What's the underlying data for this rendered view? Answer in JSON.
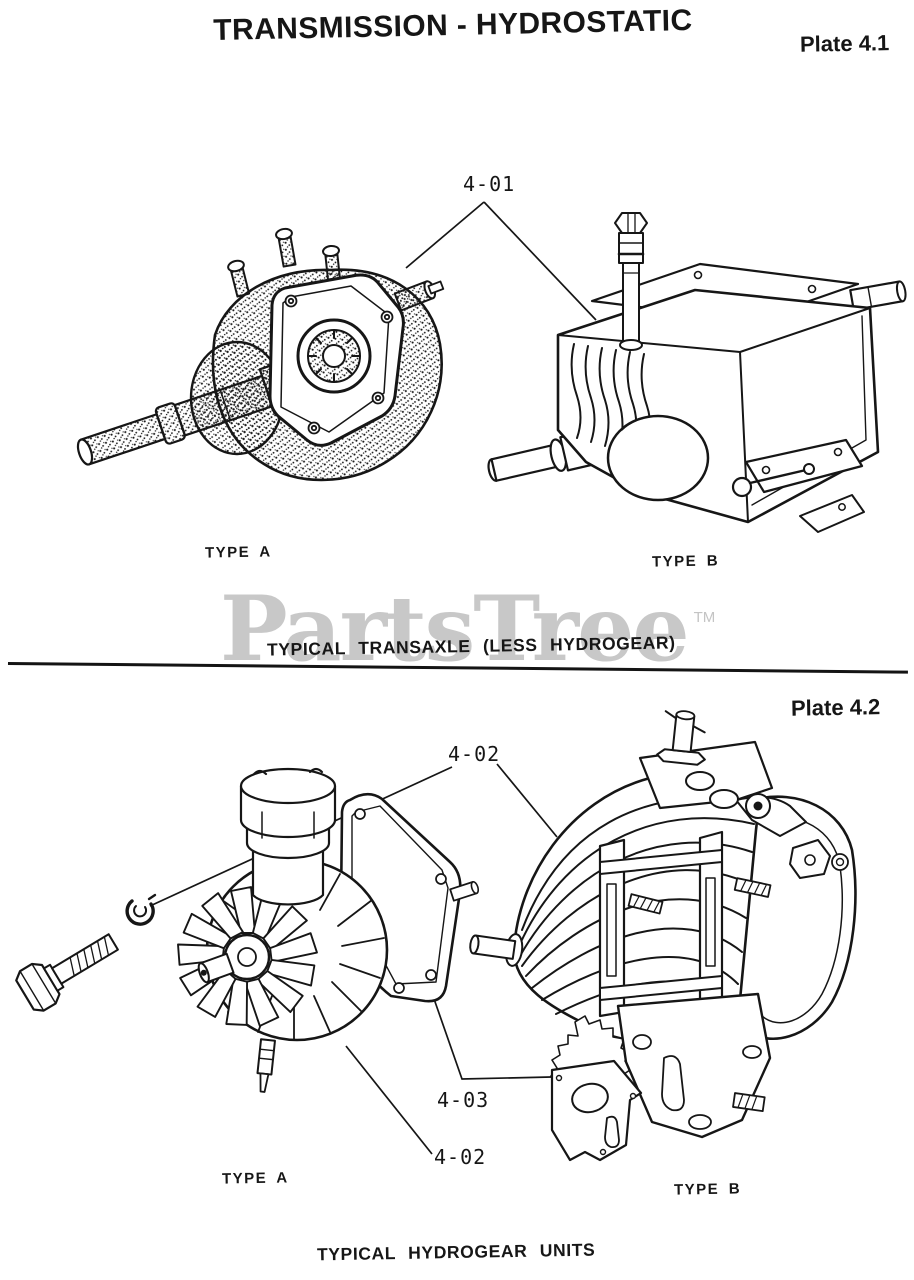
{
  "document": {
    "title": "TRANSMISSION - HYDROSTATIC",
    "watermark": {
      "text": "PartsTree",
      "tm": "TM"
    },
    "colors": {
      "ink": "#161616",
      "paper": "#ffffff",
      "watermark": "#c8c8c8"
    }
  },
  "plate41": {
    "label": "Plate 4.1",
    "callout": "4-01",
    "type_a": "TYPE A",
    "type_b": "TYPE B",
    "caption": "TYPICAL TRANSAXLE (LESS HYDROGEAR)"
  },
  "plate42": {
    "label": "Plate 4.2",
    "callout_top": "4-02",
    "callout_mid": "4-03",
    "callout_bottom": "4-02",
    "type_a": "TYPE A",
    "type_b": "TYPE B",
    "caption": "TYPICAL HYDROGEAR UNITS"
  }
}
